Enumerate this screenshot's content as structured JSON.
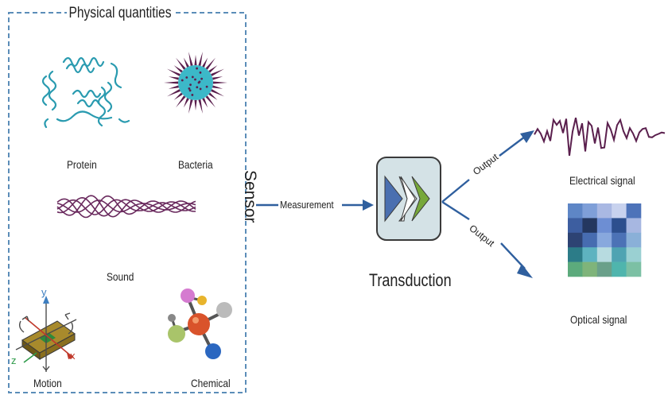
{
  "box_title": "Physical quantities",
  "quantities": {
    "protein": "Protein",
    "bacteria": "Bacteria",
    "sound": "Sound",
    "motion": "Motion",
    "chemical": "Chemical"
  },
  "axes": {
    "x": "x",
    "y": "y",
    "z": "z"
  },
  "sensor": "Sensor",
  "measurement": "Measurement",
  "transduction": "Transduction",
  "output_upper": "Output",
  "output_lower": "Output",
  "electrical_signal": "Electrical signal",
  "optical_signal": "Optical signal",
  "colors": {
    "frame_dash": "#5b8db8",
    "arrow_blue": "#2f5f9e",
    "protein_teal": "#2a9bb0",
    "bacteria_body": "#3cb8c8",
    "bacteria_spikes": "#5a1f4d",
    "sound_wave": "#6a2a5e",
    "waveform": "#5a1f4d",
    "transducer_bg": "#d4e2e6",
    "chevron_blue": "#4a6fb0",
    "chevron_green": "#77a83a"
  },
  "optical_grid": [
    [
      "#5e86c6",
      "#7f9fd8",
      "#a9b8e3",
      "#c8d2ee",
      "#4d73b9"
    ],
    [
      "#3d5ea0",
      "#24375f",
      "#6d8ed3",
      "#2d4f8e",
      "#a7b7e1"
    ],
    [
      "#2d4373",
      "#476cb0",
      "#88a8dd",
      "#4c72b6",
      "#8ab0d8"
    ],
    [
      "#2c7c88",
      "#5eb3c0",
      "#b7dbe0",
      "#4fa3b2",
      "#9ad0d2"
    ],
    [
      "#5caa7c",
      "#7fb47a",
      "#6aa08a",
      "#4fb5ad",
      "#7cc0a4"
    ]
  ]
}
